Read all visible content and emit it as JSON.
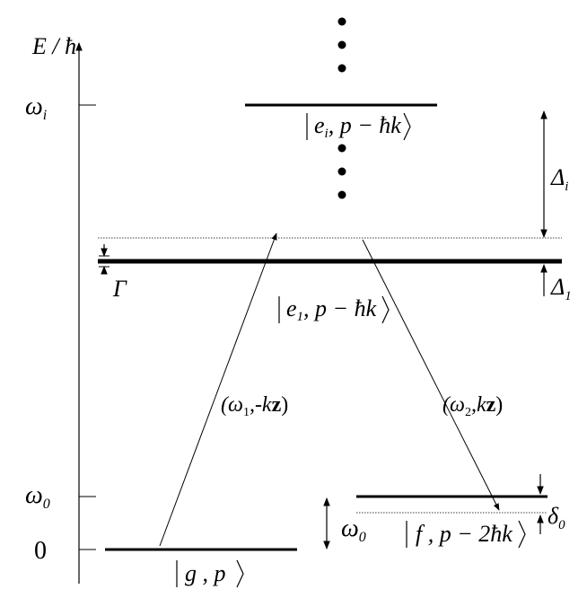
{
  "axis": {
    "label": "E / ħ"
  },
  "ticks": [
    {
      "id": "wi",
      "label": "ω",
      "sub": "i"
    },
    {
      "id": "w0",
      "label": "ω",
      "sub": "0"
    },
    {
      "id": "zero",
      "label": "0"
    }
  ],
  "levels": {
    "ei": {
      "ket": "e",
      "sub": "i",
      "rest": ", p − ħk"
    },
    "e1": {
      "ket": "e",
      "sub": "1",
      "rest": ", p − ħk"
    },
    "g": {
      "text": "g , p"
    },
    "f": {
      "text": "f , p − 2ħk"
    }
  },
  "beams": {
    "pump": {
      "pre": "(ω",
      "sub": "1",
      "mid": ",-k",
      "bold": "z",
      "post": ")"
    },
    "stokes": {
      "pre": "(ω",
      "sub": "2",
      "mid": ",k",
      "bold": "z",
      "post": ")"
    }
  },
  "detunings": {
    "delta_i": {
      "sym": "Δ",
      "sub": "i"
    },
    "delta_1": {
      "sym": "Δ",
      "sub": "1"
    },
    "gamma": {
      "sym": "Γ"
    },
    "delta_0": {
      "sym": "δ",
      "sub": "0"
    },
    "omega_0": {
      "sym": "ω",
      "sub": "0"
    }
  }
}
